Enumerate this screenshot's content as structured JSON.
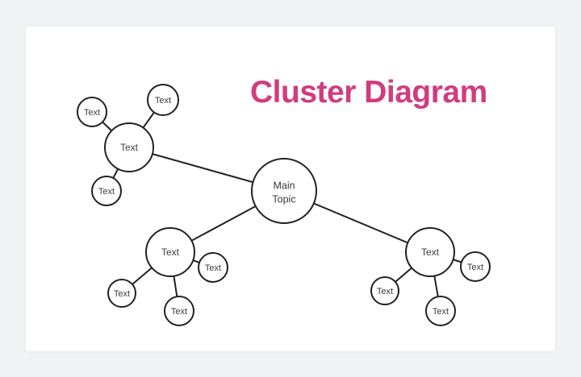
{
  "title": {
    "label": "Cluster Diagram",
    "color": "#d03c7f"
  },
  "colors": {
    "page_background": "#f1f2f3",
    "card_background": "#ffffff",
    "node_fill": "#ffffff",
    "node_stroke": "#222222",
    "label_color": "#3b3b3b"
  },
  "diagram": {
    "main": {
      "label_line1": "Main",
      "label_line2": "Topic"
    },
    "clusters": [
      {
        "label": "Text",
        "children": [
          {
            "label": "Text"
          },
          {
            "label": "Text"
          },
          {
            "label": "Text"
          }
        ]
      },
      {
        "label": "Text",
        "children": [
          {
            "label": "Text"
          },
          {
            "label": "Text"
          },
          {
            "label": "Text"
          }
        ]
      },
      {
        "label": "Text",
        "children": [
          {
            "label": "Text"
          },
          {
            "label": "Text"
          },
          {
            "label": "Text"
          }
        ]
      }
    ]
  }
}
